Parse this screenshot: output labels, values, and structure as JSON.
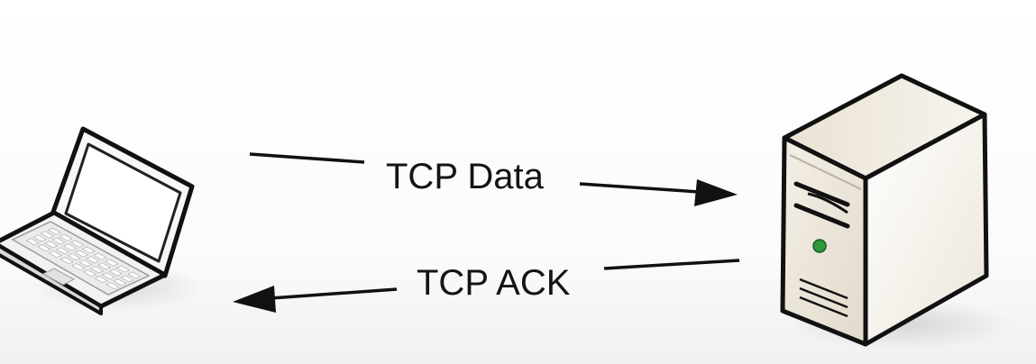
{
  "diagram": {
    "messages": [
      {
        "label": "TCP Data",
        "from": "client",
        "to": "server"
      },
      {
        "label": "TCP ACK",
        "from": "server",
        "to": "client"
      }
    ],
    "nodes": [
      {
        "id": "client",
        "icon": "laptop-icon"
      },
      {
        "id": "server",
        "icon": "server-tower-icon"
      }
    ],
    "colors": {
      "line": "#111111",
      "server_body": "#f3ede2",
      "server_shade": "#d9d0c0",
      "power_led": "#2e9a3c",
      "laptop_body": "#f4f4f4"
    }
  }
}
